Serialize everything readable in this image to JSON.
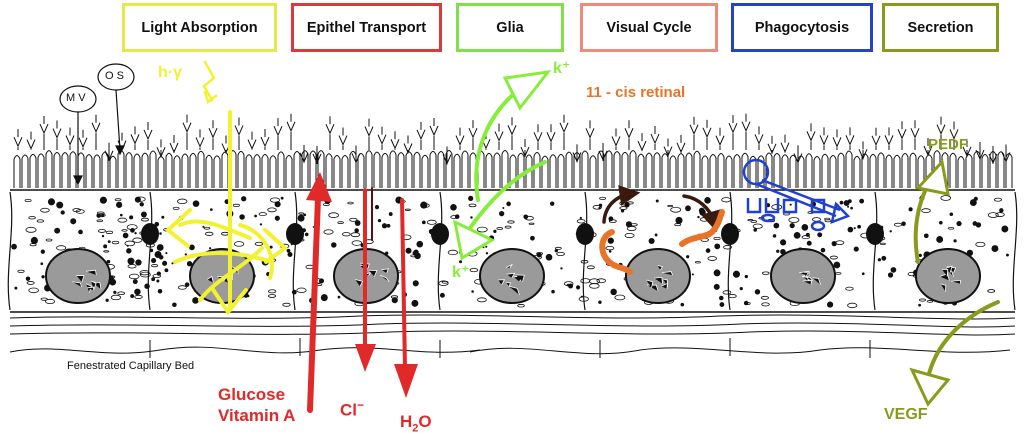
{
  "headers": [
    {
      "label": "Light Absorption",
      "color": "#e8e84a"
    },
    {
      "label": "Epithel Transport",
      "color": "#d93a3a"
    },
    {
      "label": "Glia",
      "color": "#7fe04a"
    },
    {
      "label": "Visual Cycle",
      "color": "#ef8a7a"
    },
    {
      "label": "Phagocytosis",
      "color": "#2443c8"
    },
    {
      "label": "Secretion",
      "color": "#8a9a1c"
    }
  ],
  "labels": {
    "mv": "M V",
    "os": "O S",
    "light": "h·γ",
    "k_top": "k⁺",
    "k_bottom": "k⁺",
    "retinal": "11 - cis retinal",
    "pedf": "PEDF",
    "vegf": "VEGF",
    "capillary": "Fenestrated Capillary Bed",
    "glucose": "Glucose",
    "vitamin_a": "Vitamin A",
    "chloride_base": "Cl",
    "chloride_sup": "−",
    "water_base": "H",
    "water_sub": "2",
    "water_tail": "O"
  },
  "colors": {
    "yellow": "#f2f230",
    "red": "#e02a2a",
    "green": "#86ee3a",
    "orange": "#e8742a",
    "brown": "#3a1a0c",
    "blue": "#2040d0",
    "olive": "#8a9a1c",
    "ink": "#111111",
    "nucleus": "#9a9a9a"
  }
}
